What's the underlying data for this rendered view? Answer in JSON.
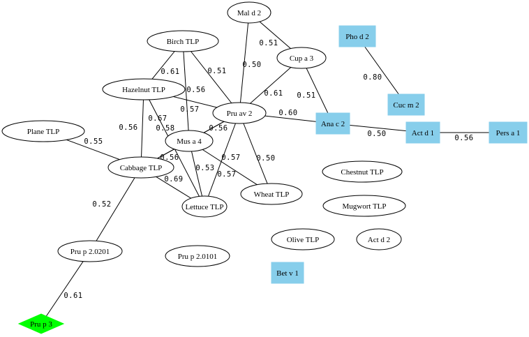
{
  "colors": {
    "box_fill": "#87ceeb",
    "diamond_fill": "#00ff00",
    "ellipse_fill": "#ffffff",
    "stroke": "#000000"
  },
  "nodes": [
    {
      "id": "mald2",
      "label": "Mal d 2",
      "shape": "ellipse"
    },
    {
      "id": "birch",
      "label": "Birch TLP",
      "shape": "ellipse"
    },
    {
      "id": "cupa3",
      "label": "Cup a 3",
      "shape": "ellipse"
    },
    {
      "id": "phod2",
      "label": "Pho d 2",
      "shape": "box"
    },
    {
      "id": "hazel",
      "label": "Hazelnut TLP",
      "shape": "ellipse"
    },
    {
      "id": "pruav2",
      "label": "Pru av 2",
      "shape": "ellipse"
    },
    {
      "id": "cucm2",
      "label": "Cuc m 2",
      "shape": "box"
    },
    {
      "id": "anac2",
      "label": "Ana c 2",
      "shape": "box"
    },
    {
      "id": "actd1",
      "label": "Act d 1",
      "shape": "box"
    },
    {
      "id": "persa1",
      "label": "Pers a 1",
      "shape": "box"
    },
    {
      "id": "plane",
      "label": "Plane TLP",
      "shape": "ellipse"
    },
    {
      "id": "musa4",
      "label": "Mus a 4",
      "shape": "ellipse"
    },
    {
      "id": "cabbage",
      "label": "Cabbage TLP",
      "shape": "ellipse"
    },
    {
      "id": "chestnut",
      "label": "Chestnut TLP",
      "shape": "ellipse"
    },
    {
      "id": "wheat",
      "label": "Wheat TLP",
      "shape": "ellipse"
    },
    {
      "id": "lettuce",
      "label": "Lettuce TLP",
      "shape": "ellipse"
    },
    {
      "id": "mugwort",
      "label": "Mugwort TLP",
      "shape": "ellipse"
    },
    {
      "id": "olive",
      "label": "Olive TLP",
      "shape": "ellipse"
    },
    {
      "id": "actd2",
      "label": "Act d 2",
      "shape": "ellipse"
    },
    {
      "id": "prup20201",
      "label": "Pru p 2.0201",
      "shape": "ellipse"
    },
    {
      "id": "prup20101",
      "label": "Pru p 2.0101",
      "shape": "ellipse"
    },
    {
      "id": "betv1",
      "label": "Bet v 1",
      "shape": "box"
    },
    {
      "id": "prup3",
      "label": "Pru p 3",
      "shape": "diamond"
    }
  ],
  "edges": [
    {
      "from": "mald2",
      "to": "cupa3",
      "label": "0.51"
    },
    {
      "from": "mald2",
      "to": "pruav2",
      "label": "0.50"
    },
    {
      "from": "cupa3",
      "to": "pruav2",
      "label": "0.61"
    },
    {
      "from": "cupa3",
      "to": "anac2",
      "label": "0.51"
    },
    {
      "from": "phod2",
      "to": "cucm2",
      "label": "0.80"
    },
    {
      "from": "birch",
      "to": "hazel",
      "label": "0.61"
    },
    {
      "from": "birch",
      "to": "pruav2",
      "label": "0.51"
    },
    {
      "from": "birch",
      "to": "musa4",
      "label": "0.56"
    },
    {
      "from": "hazel",
      "to": "pruav2",
      "label": "0.57"
    },
    {
      "from": "hazel",
      "to": "cabbage",
      "label": "0.56"
    },
    {
      "from": "hazel",
      "to": "lettuce",
      "label": "0.67"
    },
    {
      "from": "pruav2",
      "to": "anac2",
      "label": "0.60"
    },
    {
      "from": "pruav2",
      "to": "musa4",
      "label": "0.56"
    },
    {
      "from": "pruav2",
      "to": "cabbage",
      "label": "0.58"
    },
    {
      "from": "pruav2",
      "to": "lettuce",
      "label": "0.57"
    },
    {
      "from": "pruav2",
      "to": "wheat",
      "label": "0.50"
    },
    {
      "from": "anac2",
      "to": "actd1",
      "label": "0.50"
    },
    {
      "from": "actd1",
      "to": "persa1",
      "label": "0.56"
    },
    {
      "from": "plane",
      "to": "cabbage",
      "label": "0.55"
    },
    {
      "from": "musa4",
      "to": "cabbage",
      "label": "0.56"
    },
    {
      "from": "musa4",
      "to": "lettuce",
      "label": "0.53"
    },
    {
      "from": "musa4",
      "to": "wheat",
      "label": "0.57"
    },
    {
      "from": "cabbage",
      "to": "lettuce",
      "label": "0.69"
    },
    {
      "from": "cabbage",
      "to": "prup20201",
      "label": "0.52"
    },
    {
      "from": "prup20201",
      "to": "prup3",
      "label": "0.61"
    }
  ]
}
